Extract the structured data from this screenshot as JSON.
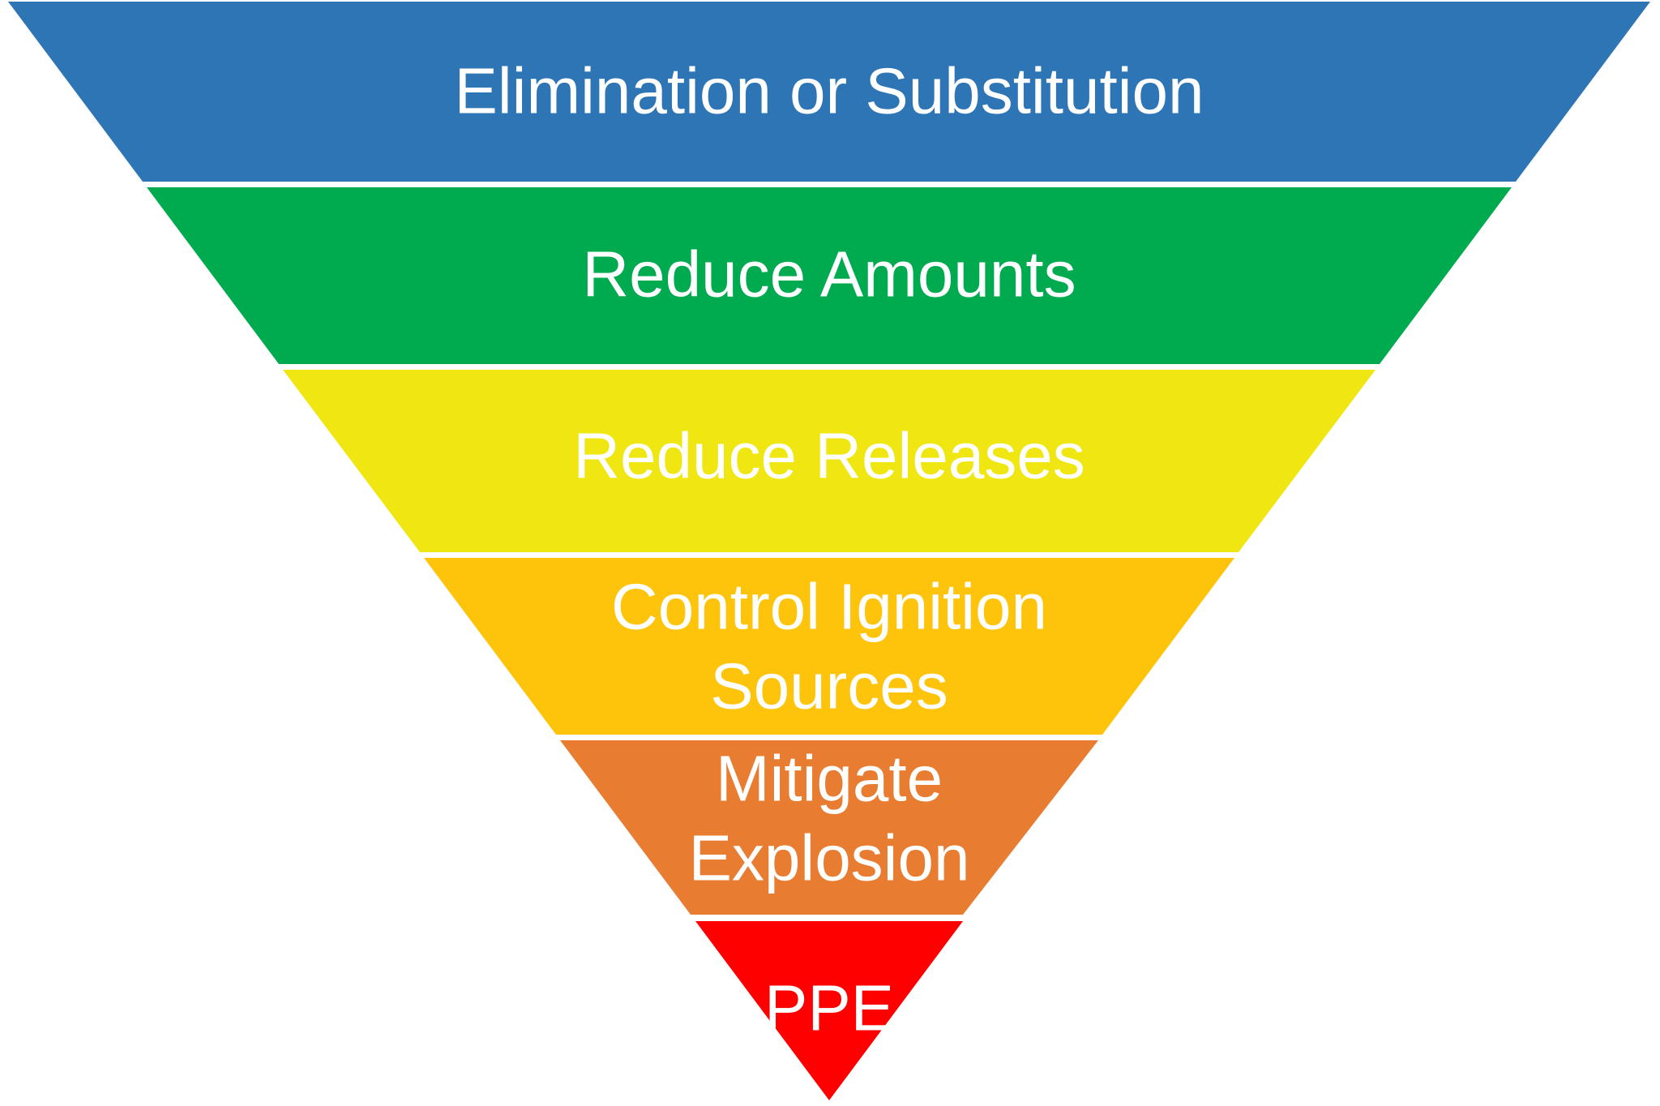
{
  "pyramid": {
    "background_color": "#FFFFFF",
    "text_color": "#FFFFFF",
    "shape": "inverted-pyramid",
    "level_count": 6,
    "bands": [
      {
        "rank": 1,
        "id": "elimination-or-substitution",
        "label": "Elimination or Substitution",
        "lines": [
          "Elimination or Substitution"
        ],
        "color": "#2E75B6"
      },
      {
        "rank": 2,
        "id": "reduce-amounts",
        "label": "Reduce Amounts",
        "lines": [
          "Reduce Amounts"
        ],
        "color": "#00AB50"
      },
      {
        "rank": 3,
        "id": "reduce-releases",
        "label": "Reduce Releases",
        "lines": [
          "Reduce Releases"
        ],
        "color": "#F0E611"
      },
      {
        "rank": 4,
        "id": "control-ignition-sources",
        "label": "Control Ignition Sources",
        "lines": [
          "Control Ignition",
          "Sources"
        ],
        "color": "#FEC40B"
      },
      {
        "rank": 5,
        "id": "mitigate-explosion",
        "label": "Mitigate Explosion",
        "lines": [
          "Mitigate",
          "Explosion"
        ],
        "color": "#E87D32"
      },
      {
        "rank": 6,
        "id": "ppe",
        "label": "PPE",
        "lines": [
          "PPE"
        ],
        "color": "#FE0000"
      }
    ]
  }
}
